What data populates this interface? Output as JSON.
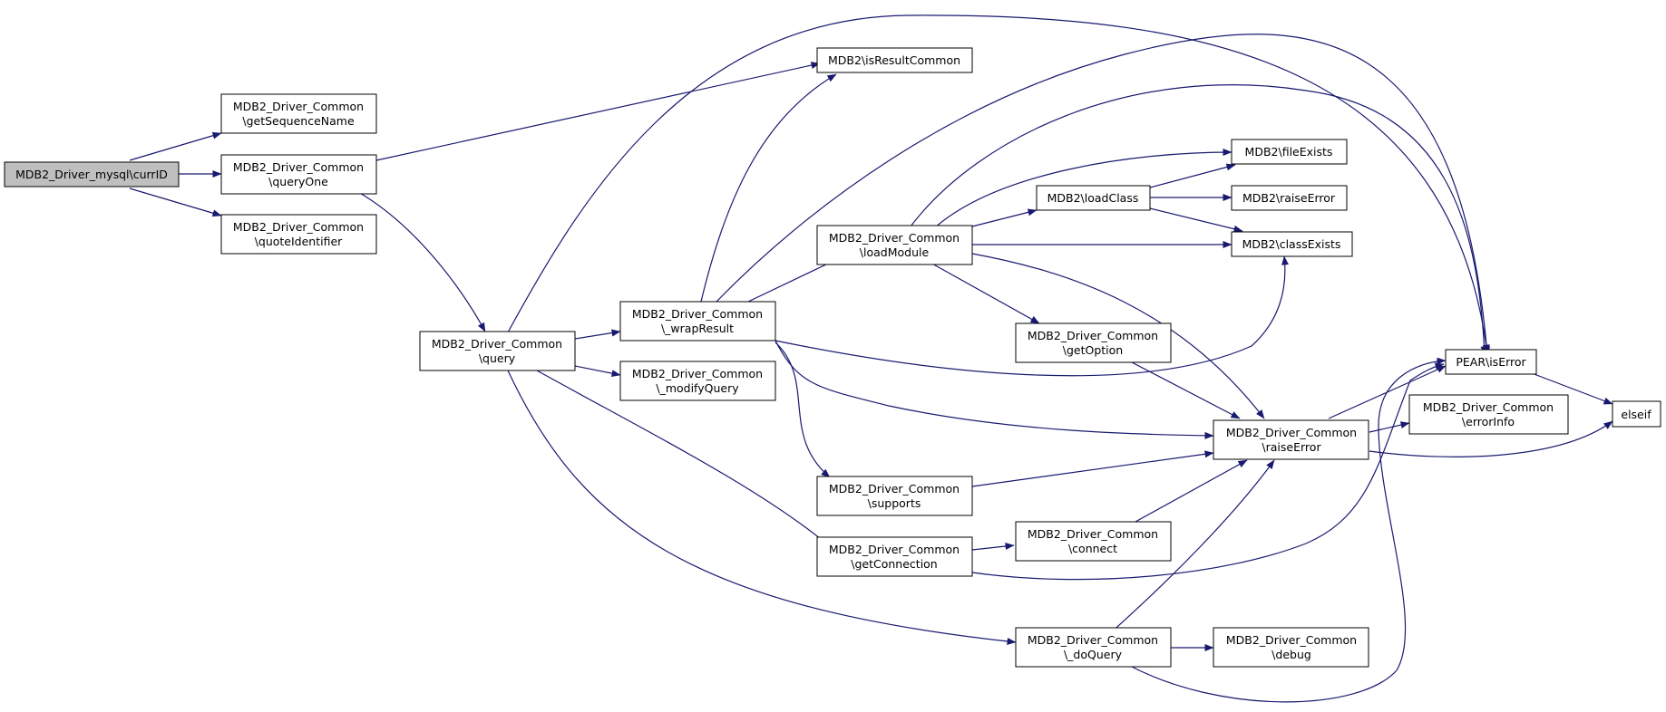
{
  "diagram": {
    "nodes": [
      {
        "id": "currID",
        "lines": [
          "MDB2_Driver_mysql\\currID"
        ],
        "root": true
      },
      {
        "id": "getSequenceName",
        "lines": [
          "MDB2_Driver_Common",
          "\\getSequenceName"
        ]
      },
      {
        "id": "queryOne",
        "lines": [
          "MDB2_Driver_Common",
          "\\queryOne"
        ]
      },
      {
        "id": "quoteIdentifier",
        "lines": [
          "MDB2_Driver_Common",
          "\\quoteIdentifier"
        ]
      },
      {
        "id": "query",
        "lines": [
          "MDB2_Driver_Common",
          "\\query"
        ]
      },
      {
        "id": "wrapResult",
        "lines": [
          "MDB2_Driver_Common",
          "\\_wrapResult"
        ]
      },
      {
        "id": "modifyQuery",
        "lines": [
          "MDB2_Driver_Common",
          "\\_modifyQuery"
        ]
      },
      {
        "id": "isResultCommon",
        "lines": [
          "MDB2\\isResultCommon"
        ]
      },
      {
        "id": "loadModule",
        "lines": [
          "MDB2_Driver_Common",
          "\\loadModule"
        ]
      },
      {
        "id": "supports",
        "lines": [
          "MDB2_Driver_Common",
          "\\supports"
        ]
      },
      {
        "id": "getConnection",
        "lines": [
          "MDB2_Driver_Common",
          "\\getConnection"
        ]
      },
      {
        "id": "loadClass",
        "lines": [
          "MDB2\\loadClass"
        ]
      },
      {
        "id": "getOption",
        "lines": [
          "MDB2_Driver_Common",
          "\\getOption"
        ]
      },
      {
        "id": "connect",
        "lines": [
          "MDB2_Driver_Common",
          "\\connect"
        ]
      },
      {
        "id": "doQuery",
        "lines": [
          "MDB2_Driver_Common",
          "\\_doQuery"
        ]
      },
      {
        "id": "fileExists",
        "lines": [
          "MDB2\\fileExists"
        ]
      },
      {
        "id": "raiseErrorMDB2",
        "lines": [
          "MDB2\\raiseError"
        ]
      },
      {
        "id": "classExists",
        "lines": [
          "MDB2\\classExists"
        ]
      },
      {
        "id": "raiseError",
        "lines": [
          "MDB2_Driver_Common",
          "\\raiseError"
        ]
      },
      {
        "id": "debug",
        "lines": [
          "MDB2_Driver_Common",
          "\\debug"
        ]
      },
      {
        "id": "isError",
        "lines": [
          "PEAR\\isError"
        ]
      },
      {
        "id": "errorInfo",
        "lines": [
          "MDB2_Driver_Common",
          "\\errorInfo"
        ]
      },
      {
        "id": "elseif",
        "lines": [
          "elseif"
        ]
      }
    ]
  }
}
